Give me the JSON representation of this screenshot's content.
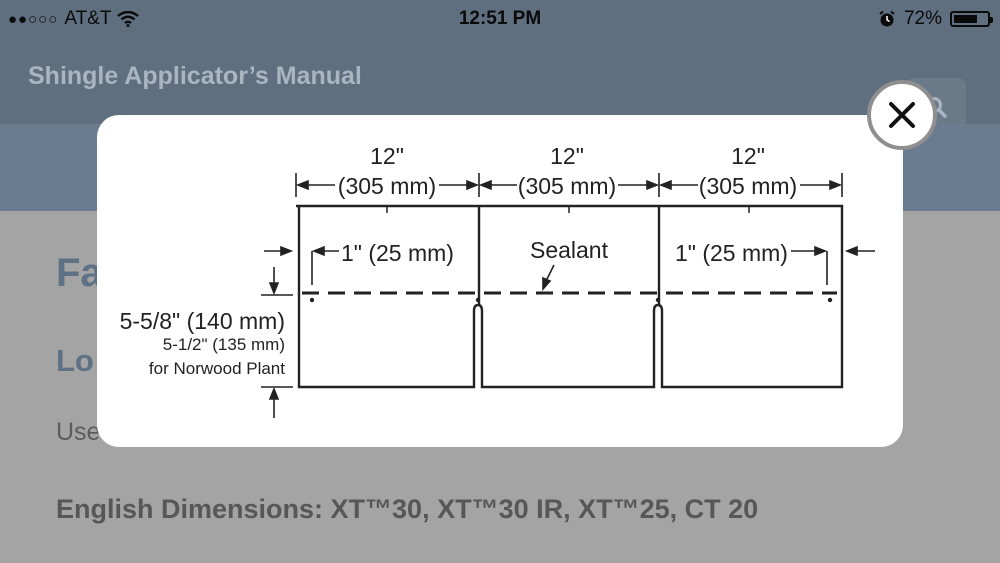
{
  "status_bar": {
    "signal": "●●○○○",
    "carrier": "AT&T",
    "time": "12:51 PM",
    "battery_percent": "72%",
    "battery_level": 0.72,
    "icons": [
      "wifi-icon",
      "alarm-icon",
      "battery-icon"
    ]
  },
  "nav": {
    "title": "Shingle Applicator’s Manual",
    "search_icon": "search-icon"
  },
  "page": {
    "heading_partial": "Fa",
    "subheading_partial": "Lo",
    "para_partial": "Use",
    "english_dims": "English Dimensions: XT™30, XT™30 IR, XT™25, CT 20"
  },
  "diagram": {
    "width_labels": [
      "12\"",
      "12\"",
      "12\""
    ],
    "width_mm_labels": [
      "(305 mm)",
      "(305 mm)",
      "(305 mm)"
    ],
    "offset_left": "1\" (25 mm)",
    "offset_right": "1\" (25 mm)",
    "sealant_label": "Sealant",
    "height_main": "5-5/8\" (140 mm)",
    "height_alt": "5-1/2\" (135 mm)",
    "height_alt_note": "for Norwood Plant"
  },
  "close_button": {
    "icon": "close-icon"
  },
  "colors": {
    "status_bg": "#5f6f7f",
    "nav_title": "#a9b6c2",
    "subbar_bg": "#697c90",
    "content_bg": "#a4a4a4",
    "heading": "#5f7185"
  }
}
